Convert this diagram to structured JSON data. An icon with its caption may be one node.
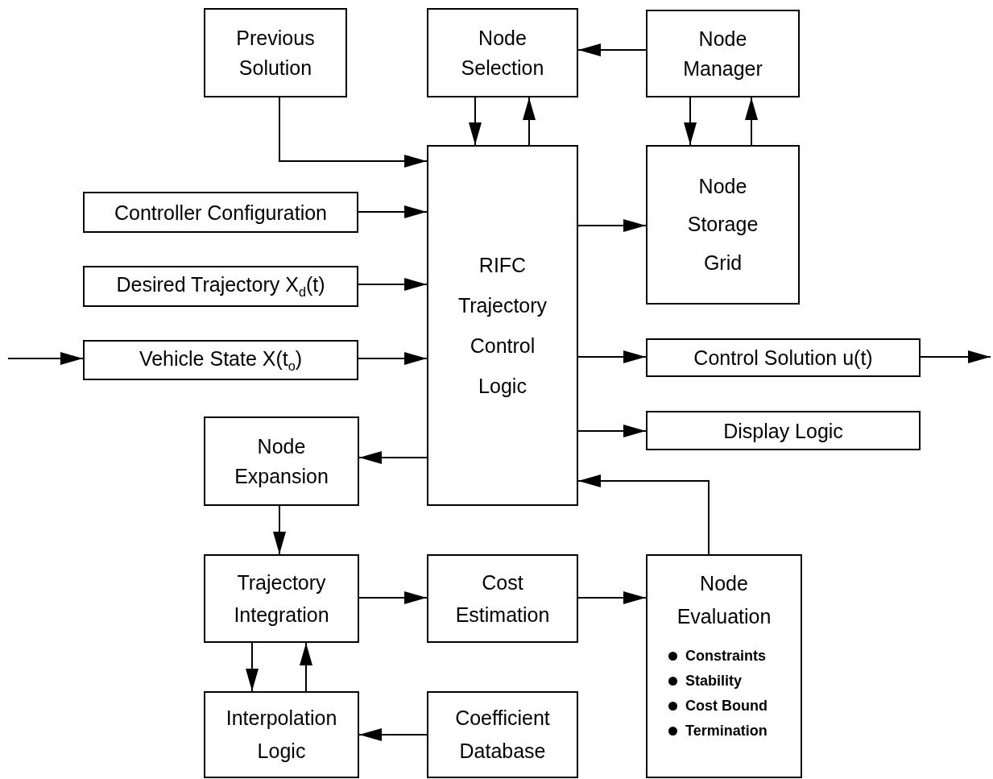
{
  "diagram": {
    "nodes": [
      {
        "text": [
          "Previous Solution"
        ]
      },
      {
        "text": [
          "Node Selection"
        ]
      },
      {
        "text": [
          "Node Manager"
        ]
      },
      {
        "text": [
          "Controller Configuration"
        ]
      },
      {
        "text": [
          "RIFC Trajectory Control Logic"
        ]
      },
      {
        "text": [
          "Node Storage Grid"
        ]
      },
      {
        "text": [
          "Desired Trajectory X$_{d}$(t)"
        ]
      },
      {
        "text": [
          "Vehicle State  X(t$_{o}$)"
        ]
      },
      {
        "text": [
          "Control Solution  u(t)"
        ]
      },
      {
        "text": [
          "Display Logic"
        ]
      },
      {
        "text": [
          "Node Expansion"
        ]
      },
      {
        "text": [
          "Trajectory Integration"
        ]
      },
      {
        "text": [
          "Cost Estimation"
        ]
      },
      {
        "text": [
          "Node Evaluation",
          "Constraints",
          "Stability",
          "Cost Bound",
          "Termination"
        ]
      },
      {
        "text": [
          "Interpolation Logic"
        ]
      },
      {
        "text": [
          "Coefficient Database"
        ]
      }
    ],
    "edges": [
      {
        "from": 0,
        "to": 4,
        "arrow": "to"
      },
      {
        "from": 2,
        "to": 1,
        "arrow": "to"
      },
      {
        "from": 1,
        "to": 4,
        "arrow": "to"
      },
      {
        "from": 4,
        "to": 1,
        "arrow": "to"
      },
      {
        "from": 2,
        "to": 5,
        "arrow": "to"
      },
      {
        "from": 5,
        "to": 2,
        "arrow": "to"
      },
      {
        "from": 3,
        "to": 4,
        "arrow": "to"
      },
      {
        "from": 4,
        "to": 5,
        "arrow": "to"
      },
      {
        "from": 6,
        "to": 4,
        "arrow": "to"
      },
      {
        "from": null,
        "to": 7,
        "arrow": "to"
      },
      {
        "from": 7,
        "to": 4,
        "arrow": "to"
      },
      {
        "from": 4,
        "to": 8,
        "arrow": "to"
      },
      {
        "from": 8,
        "to": null,
        "arrow": "to"
      },
      {
        "from": 4,
        "to": 9,
        "arrow": "to"
      },
      {
        "from": 4,
        "to": 10,
        "arrow": "to"
      },
      {
        "from": 10,
        "to": 11,
        "arrow": "to"
      },
      {
        "from": 11,
        "to": 12,
        "arrow": "to"
      },
      {
        "from": 12,
        "to": 13,
        "arrow": "to"
      },
      {
        "from": 13,
        "to": 4,
        "arrow": "to"
      },
      {
        "from": 11,
        "to": 14,
        "arrow": "to"
      },
      {
        "from": 14,
        "to": 11,
        "arrow": "to"
      },
      {
        "from": 15,
        "to": 14,
        "arrow": "to"
      }
    ]
  }
}
